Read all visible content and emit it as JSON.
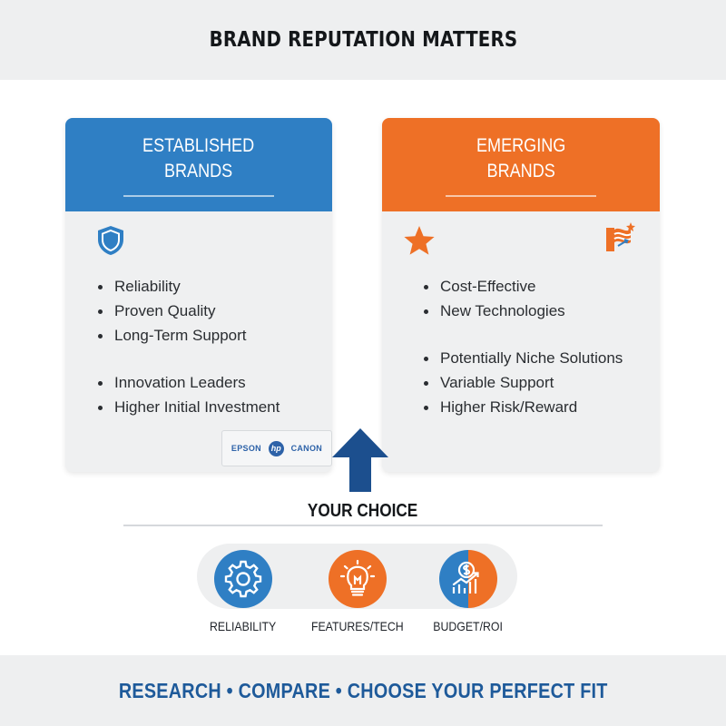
{
  "header": {
    "title": "BRAND REPUTATION MATTERS"
  },
  "established": {
    "title_line1": "ESTABLISHED",
    "title_line2": "BRANDS",
    "icon": "shield-icon",
    "list_a": [
      "Reliability",
      "Proven Quality",
      "Long-Term Support"
    ],
    "list_b": [
      "Innovation Leaders",
      "Higher Initial Investment"
    ],
    "logos": [
      "EPSON",
      "hp",
      "CANON"
    ]
  },
  "emerging": {
    "title_line1": "EMERGING",
    "title_line2": "BRANDS",
    "icons": [
      "star-icon",
      "rising-flag-icon"
    ],
    "list_a": [
      "Cost-Effective",
      "New Technologies"
    ],
    "list_b": [
      "Potentially Niche Solutions",
      "Variable Support",
      "Higher Risk/Reward"
    ]
  },
  "choice": {
    "label": "YOUR CHOICE"
  },
  "factors": [
    {
      "label": "RELIABILITY",
      "icon": "gear-icon"
    },
    {
      "label": "FEATURES/TECH",
      "icon": "lightbulb-icon"
    },
    {
      "label": "BUDGET/ROI",
      "icon": "dollar-growth-icon"
    }
  ],
  "footer": {
    "tagline": "RESEARCH • COMPARE • CHOOSE YOUR PERFECT FIT"
  },
  "colors": {
    "blue": "#2f7fc4",
    "orange": "#ee7026",
    "navy": "#1e5a9a",
    "arrow": "#1c4f8e"
  }
}
